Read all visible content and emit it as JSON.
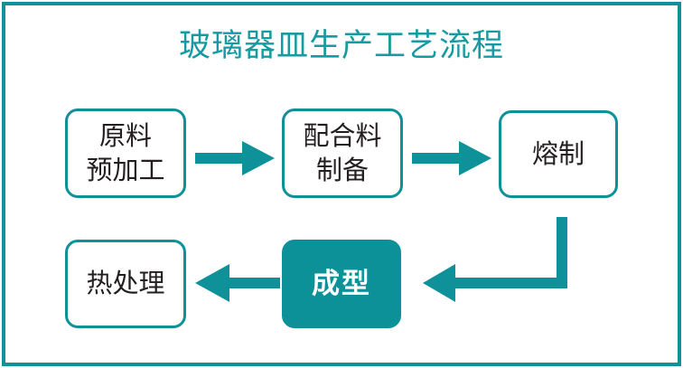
{
  "page": {
    "title": "玻璃器皿生产工艺流程",
    "accent_color": "#0e9199",
    "title_color": "#179aa2",
    "filled_node_color": "#0d9199",
    "node_text_color": "#231f20",
    "filled_node_text_color": "#ffffff",
    "background_color": "#ffffff"
  },
  "chart_data": {
    "type": "diagram",
    "title": "玻璃器皿生产工艺流程",
    "nodes": [
      {
        "id": "raw",
        "label": "原料\n预加工",
        "style": "outline",
        "row": 1,
        "order": 1
      },
      {
        "id": "batch",
        "label": "配合料\n制备",
        "style": "outline",
        "row": 1,
        "order": 2
      },
      {
        "id": "melt",
        "label": "熔制",
        "style": "outline",
        "row": 1,
        "order": 3
      },
      {
        "id": "form",
        "label": "成型",
        "style": "filled",
        "row": 2,
        "order": 2
      },
      {
        "id": "heat",
        "label": "热处理",
        "style": "outline",
        "row": 2,
        "order": 1
      }
    ],
    "edges": [
      {
        "from": "raw",
        "to": "batch",
        "shape": "straight",
        "direction": "right"
      },
      {
        "from": "batch",
        "to": "melt",
        "shape": "straight",
        "direction": "right"
      },
      {
        "from": "melt",
        "to": "form",
        "shape": "elbow",
        "direction": "down-left"
      },
      {
        "from": "form",
        "to": "heat",
        "shape": "straight",
        "direction": "left"
      }
    ]
  },
  "nodes": {
    "raw": {
      "label": "原料\n预加工"
    },
    "batch": {
      "label": "配合料\n制备"
    },
    "melt": {
      "label": "熔制"
    },
    "form": {
      "label": "成型"
    },
    "heat": {
      "label": "热处理"
    }
  }
}
